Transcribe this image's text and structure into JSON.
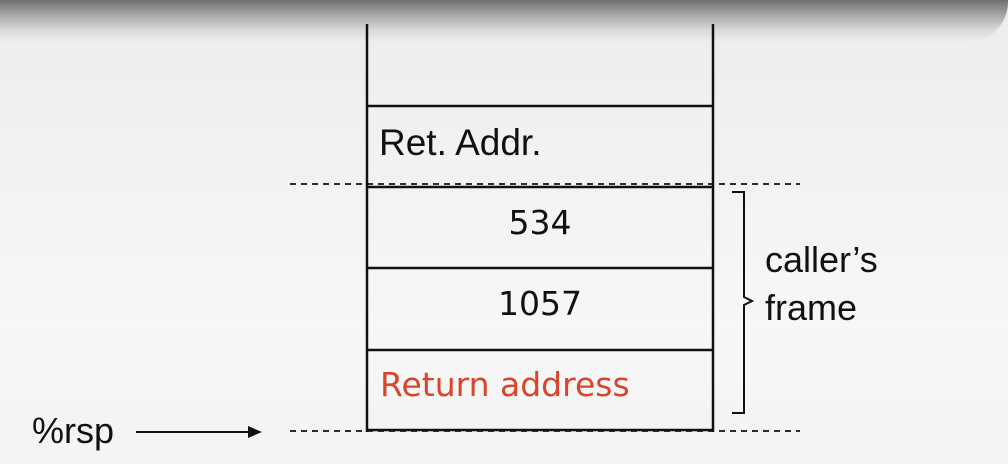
{
  "stack": {
    "cells": [
      {
        "text": "Ret. Addr.",
        "color": "#111111"
      },
      {
        "text": "534",
        "color": "#111111"
      },
      {
        "text": "1057",
        "color": "#111111"
      },
      {
        "text": "Return address",
        "color": "#d9452b"
      }
    ]
  },
  "brace_label": {
    "line1": "caller’s",
    "line2": "frame"
  },
  "pointer": {
    "register": "%rsp"
  },
  "colors": {
    "line": "#111111",
    "highlight": "#d9452b"
  }
}
